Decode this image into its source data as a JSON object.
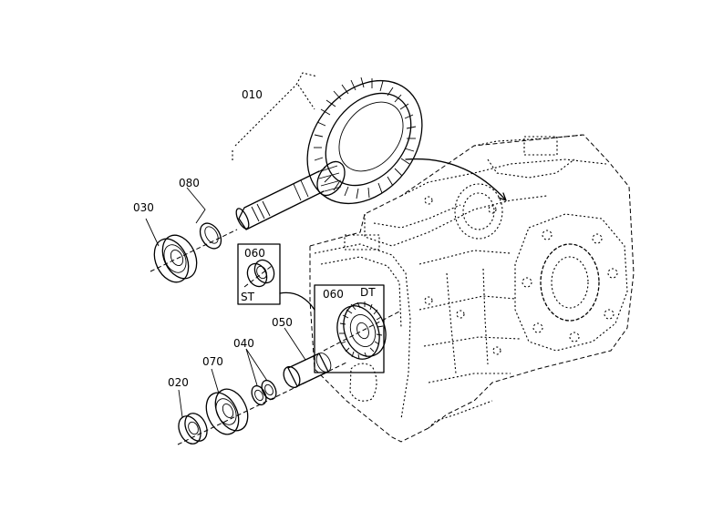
{
  "diagram": {
    "labels": {
      "p010": "010",
      "p080": "080",
      "p030": "030",
      "p060_st": "060",
      "st": "ST",
      "p060_dt": "060",
      "dt": "DT",
      "p050": "050",
      "p040": "040",
      "p020": "020",
      "p070": "070"
    }
  }
}
